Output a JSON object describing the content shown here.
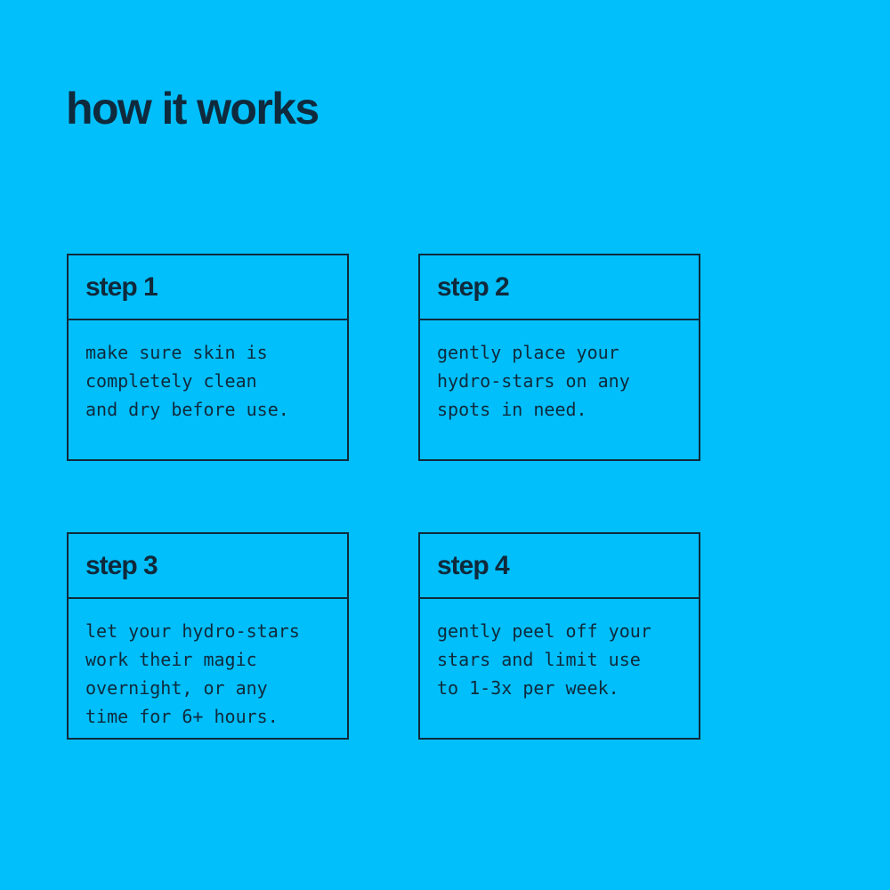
{
  "theme": {
    "background_color": "#00bffb",
    "ink_color": "#0f2a3c"
  },
  "header": {
    "title": "how it works"
  },
  "steps": [
    {
      "label": "step 1",
      "text": "make sure skin is\ncompletely clean\nand dry before use."
    },
    {
      "label": "step 2",
      "text": "gently place your\nhydro-stars on any\nspots in need."
    },
    {
      "label": "step 3",
      "text": "let your hydro-stars\nwork their magic\novernight, or any\ntime for 6+ hours."
    },
    {
      "label": "step 4",
      "text": "gently peel off your\nstars and limit use\nto 1-3x per week."
    }
  ]
}
